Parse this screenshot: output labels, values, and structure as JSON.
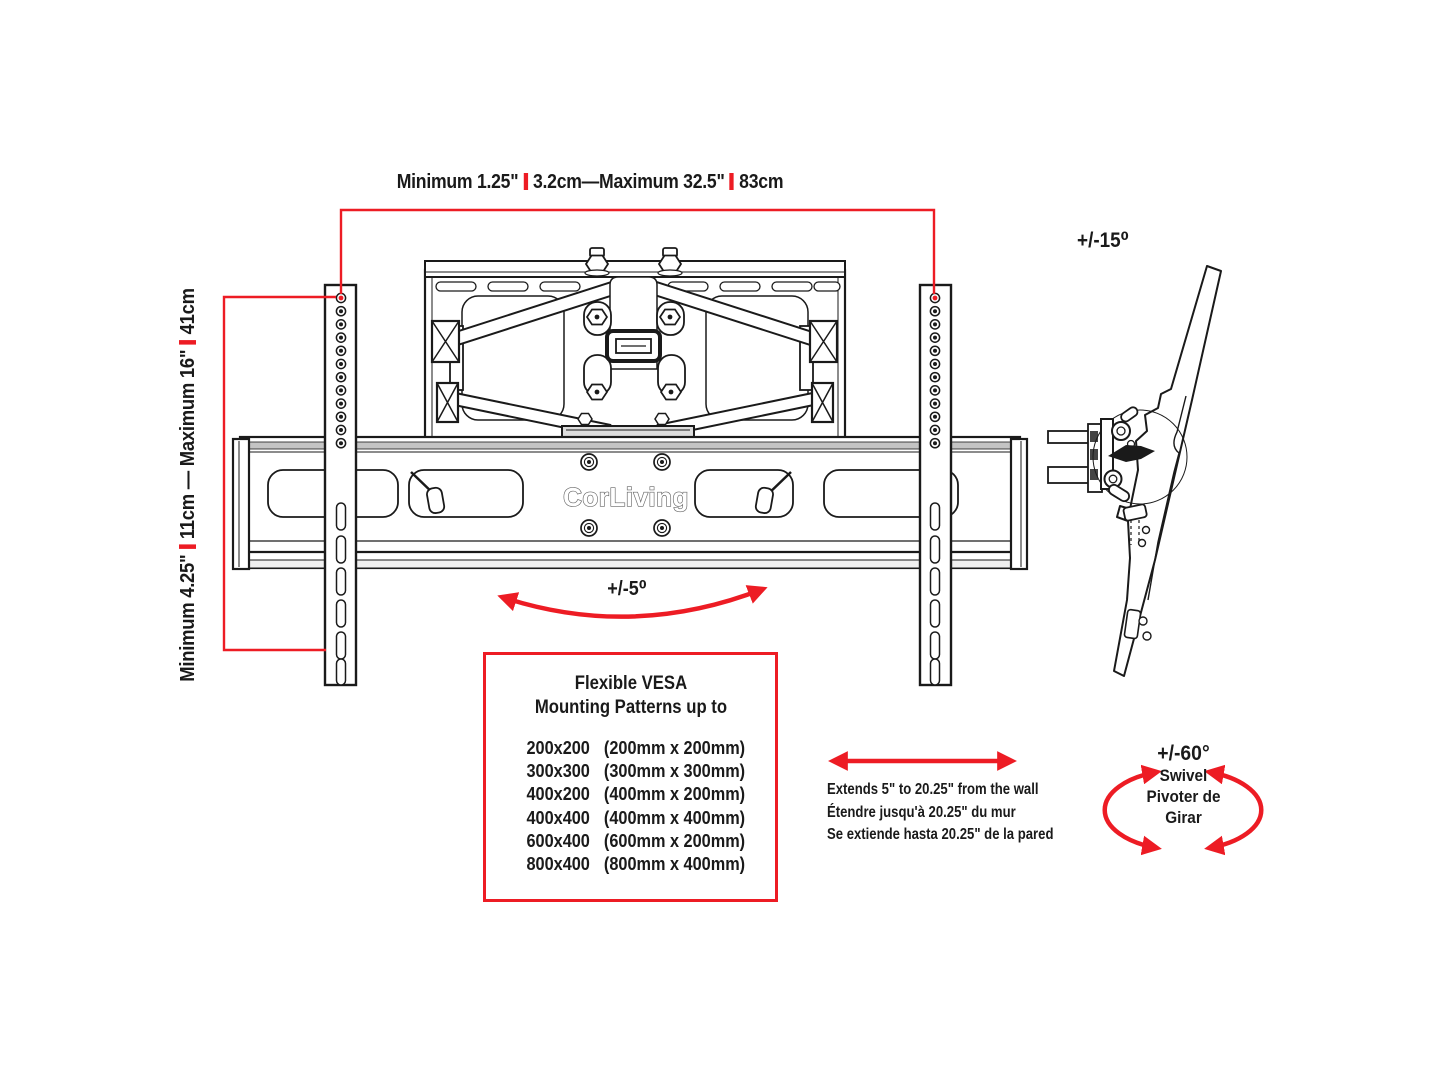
{
  "colors": {
    "red": "#ED1C24",
    "line": "#1a1a1a"
  },
  "brand_logo": "CorLiving",
  "dimensions": {
    "horizontal": {
      "part1": "Minimum 1.25\"",
      "part2": "3.2cm—Maximum 32.5\"",
      "part3": "83cm"
    },
    "vertical": {
      "part1": "Minimum 4.25\"",
      "part2": "11cm — Maximum 16\"",
      "part3": "41cm"
    }
  },
  "angles": {
    "tilt": "+/-15⁰",
    "level": "+/-5⁰",
    "swivel": "+/-60°"
  },
  "swivel_words": {
    "en": "Swivel",
    "fr": "Pivoter de",
    "es": "Girar"
  },
  "extension": {
    "en": "Extends 5\" to 20.25\" from the wall",
    "fr": "Étendre jusqu'à 20.25\" du mur",
    "es": "Se extiende hasta 20.25\" de la pared"
  },
  "vesa": {
    "title_line1": "Flexible VESA",
    "title_line2": "Mounting Patterns up to",
    "rows": [
      {
        "pattern": "200x200",
        "mm": "(200mm x 200mm)"
      },
      {
        "pattern": "300x300",
        "mm": "(300mm x 300mm)"
      },
      {
        "pattern": "400x200",
        "mm": "(400mm x 200mm)"
      },
      {
        "pattern": "400x400",
        "mm": "(400mm x 400mm)"
      },
      {
        "pattern": "600x400",
        "mm": "(600mm x 200mm)"
      },
      {
        "pattern": "800x400",
        "mm": "(800mm x 400mm)"
      }
    ]
  }
}
